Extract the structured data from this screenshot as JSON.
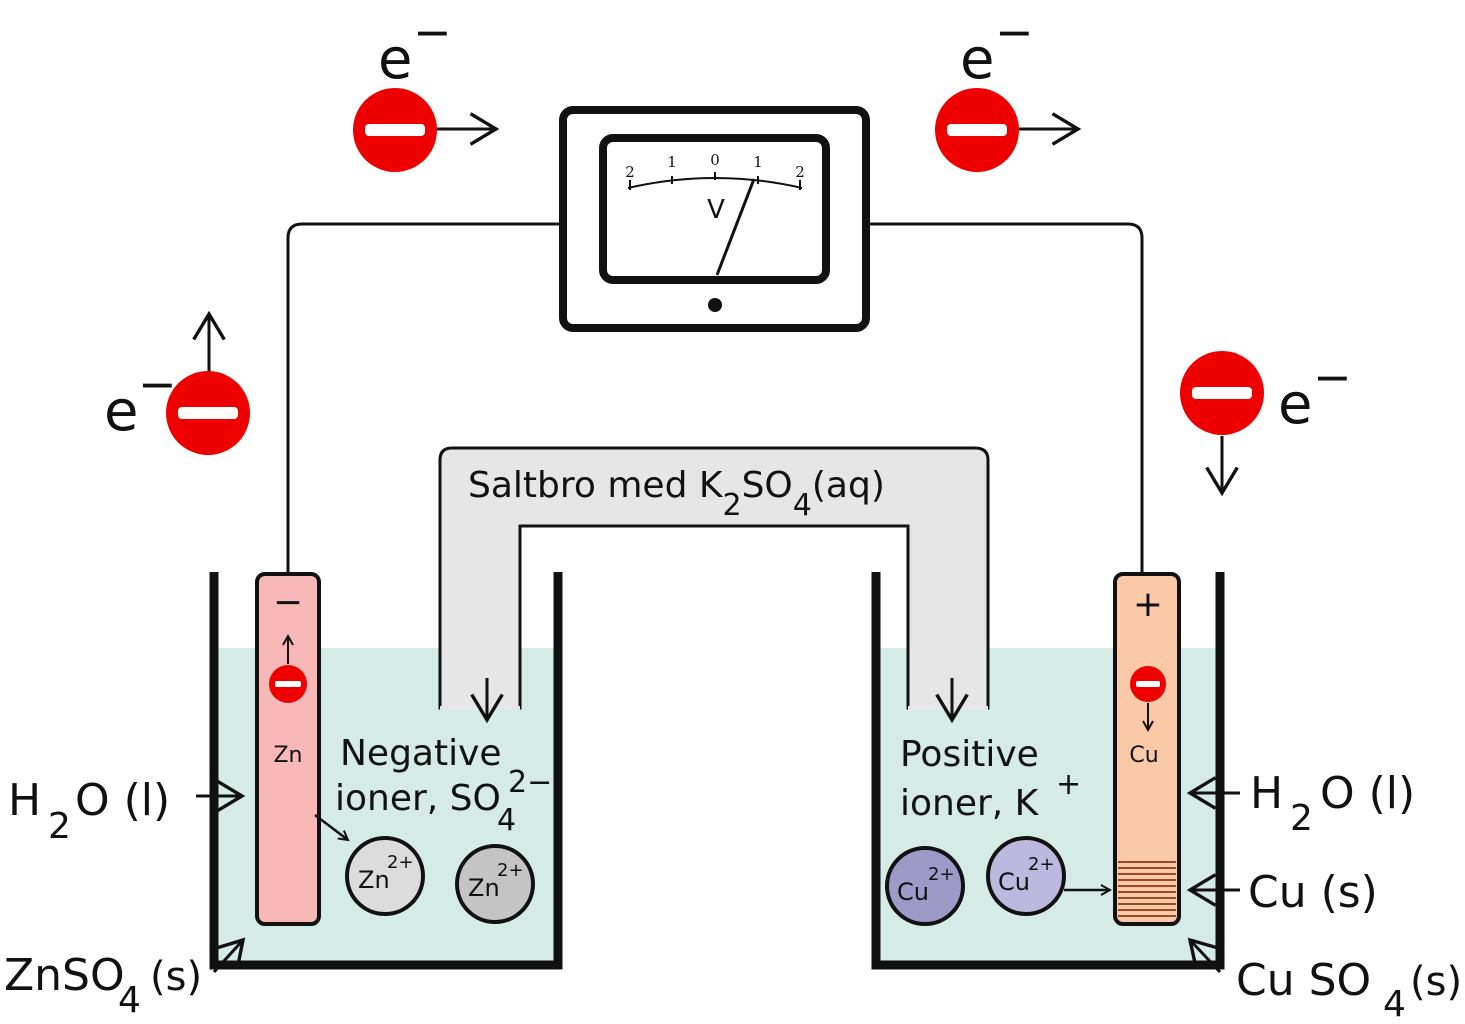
{
  "electron": {
    "symbol": "e",
    "charge": "−",
    "color": "#ee0000"
  },
  "electrons": {
    "top_left": {
      "direction": "right"
    },
    "top_right": {
      "direction": "right"
    },
    "left_wire": {
      "direction": "up"
    },
    "right_wire": {
      "direction": "down"
    }
  },
  "voltmeter": {
    "symbol": "V",
    "ticks": [
      "2",
      "1",
      "0",
      "1",
      "2"
    ]
  },
  "salt_bridge": {
    "label_prefix": "Saltbro med K",
    "sub1": "2",
    "mid": "SO",
    "sub2": "4",
    "suffix": "(aq)",
    "color": "#e6e6e6"
  },
  "left_cell": {
    "electrode": {
      "sign": "−",
      "label": "Zn",
      "color": "#f8b8b8"
    },
    "ion_text_line1": "Negative",
    "ion_text_line2": "ioner, SO",
    "ion_sup": "2−",
    "ion_sub": "4",
    "ions": [
      {
        "base": "Zn",
        "sup": "2+",
        "color": "#dcdcdc"
      },
      {
        "base": "Zn",
        "sup": "2+",
        "color": "#c4c4c4"
      }
    ],
    "water_label": {
      "a": "H",
      "sub": "2",
      "b": "O (l)"
    },
    "solid_label": {
      "a": "ZnSO",
      "sub": "4",
      "b": "(s)"
    }
  },
  "right_cell": {
    "electrode": {
      "sign": "+",
      "label": "Cu",
      "color": "#f9c9a8"
    },
    "ion_text_line1": "Positive",
    "ion_text_line2": "ioner, K",
    "ion_sup": "+",
    "ions": [
      {
        "base": "Cu",
        "sup": "2+",
        "color": "#9e9ac8"
      },
      {
        "base": "Cu",
        "sup": "2+",
        "color": "#bdb9de"
      }
    ],
    "water_label": {
      "a": "H",
      "sub": "2",
      "b": "O (l)"
    },
    "solid_label": {
      "text": "Cu (s)"
    },
    "solution_label": {
      "a": "Cu SO",
      "sub": "4",
      "b": "(s)"
    }
  },
  "colors": {
    "solution": "#d4ece5",
    "line": "#111111"
  }
}
